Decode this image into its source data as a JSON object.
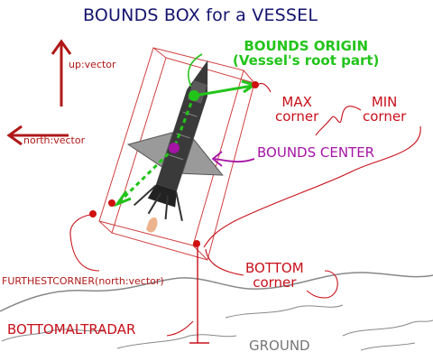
{
  "title": "BOUNDS BOX for a VESSEL",
  "labels": {
    "bounds_origin": "BOUNDS ORIGIN",
    "bounds_origin_sub": "(Vessel's root part)",
    "up_vector": "up:vector",
    "north_vector": "north:vector",
    "max_corner_1": "MAX",
    "max_corner_2": "corner",
    "min_corner_1": "MIN",
    "min_corner_2": "corner",
    "bounds_center": "BOUNDS CENTER",
    "bottom_corner_1": "BOTTOM",
    "bottom_corner_2": "corner",
    "furthest_corner": "FURTHESTCORNER(north:vector)",
    "bottom_alt_radar": "BOTTOMALTRADAR",
    "ground": "GROUND"
  },
  "colors": {
    "title": "#14146e",
    "box_outline": "#d04040",
    "origin_green": "#22c41a",
    "vector_red": "#b01818",
    "label_red": "#c8101a",
    "center_purple": "#a514a5",
    "ground_gray": "#777777"
  }
}
